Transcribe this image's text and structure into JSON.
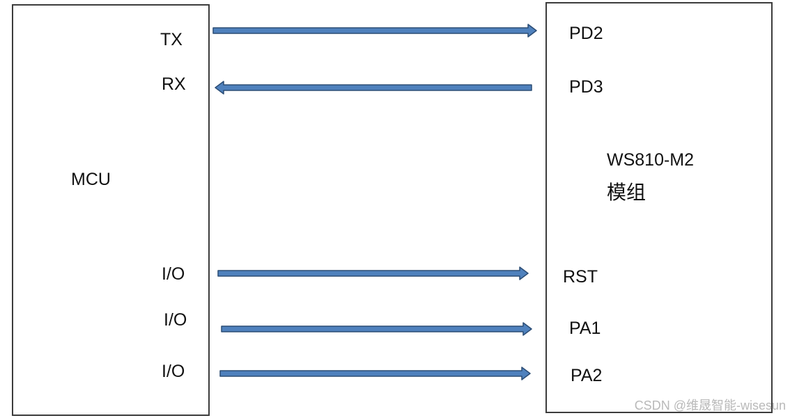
{
  "mcu": {
    "label": "MCU",
    "pins": [
      "TX",
      "RX",
      "I/O",
      "I/O",
      "I/O"
    ]
  },
  "module": {
    "name": "WS810-M2",
    "suffix": "模组",
    "pins": [
      "PD2",
      "PD3",
      "RST",
      "PA1",
      "PA2"
    ]
  },
  "colors": {
    "arrow_fill": "#4f81bd",
    "arrow_stroke": "#2c4d75",
    "box_border": "#3c3c3c"
  },
  "connections": [
    {
      "from": "TX",
      "to": "PD2",
      "direction": "mcu-to-module"
    },
    {
      "from": "PD3",
      "to": "RX",
      "direction": "module-to-mcu"
    },
    {
      "from": "I/O",
      "to": "RST",
      "direction": "mcu-to-module"
    },
    {
      "from": "I/O",
      "to": "PA1",
      "direction": "mcu-to-module"
    },
    {
      "from": "I/O",
      "to": "PA2",
      "direction": "mcu-to-module"
    }
  ],
  "watermark": "CSDN @维晟智能-wisesun"
}
